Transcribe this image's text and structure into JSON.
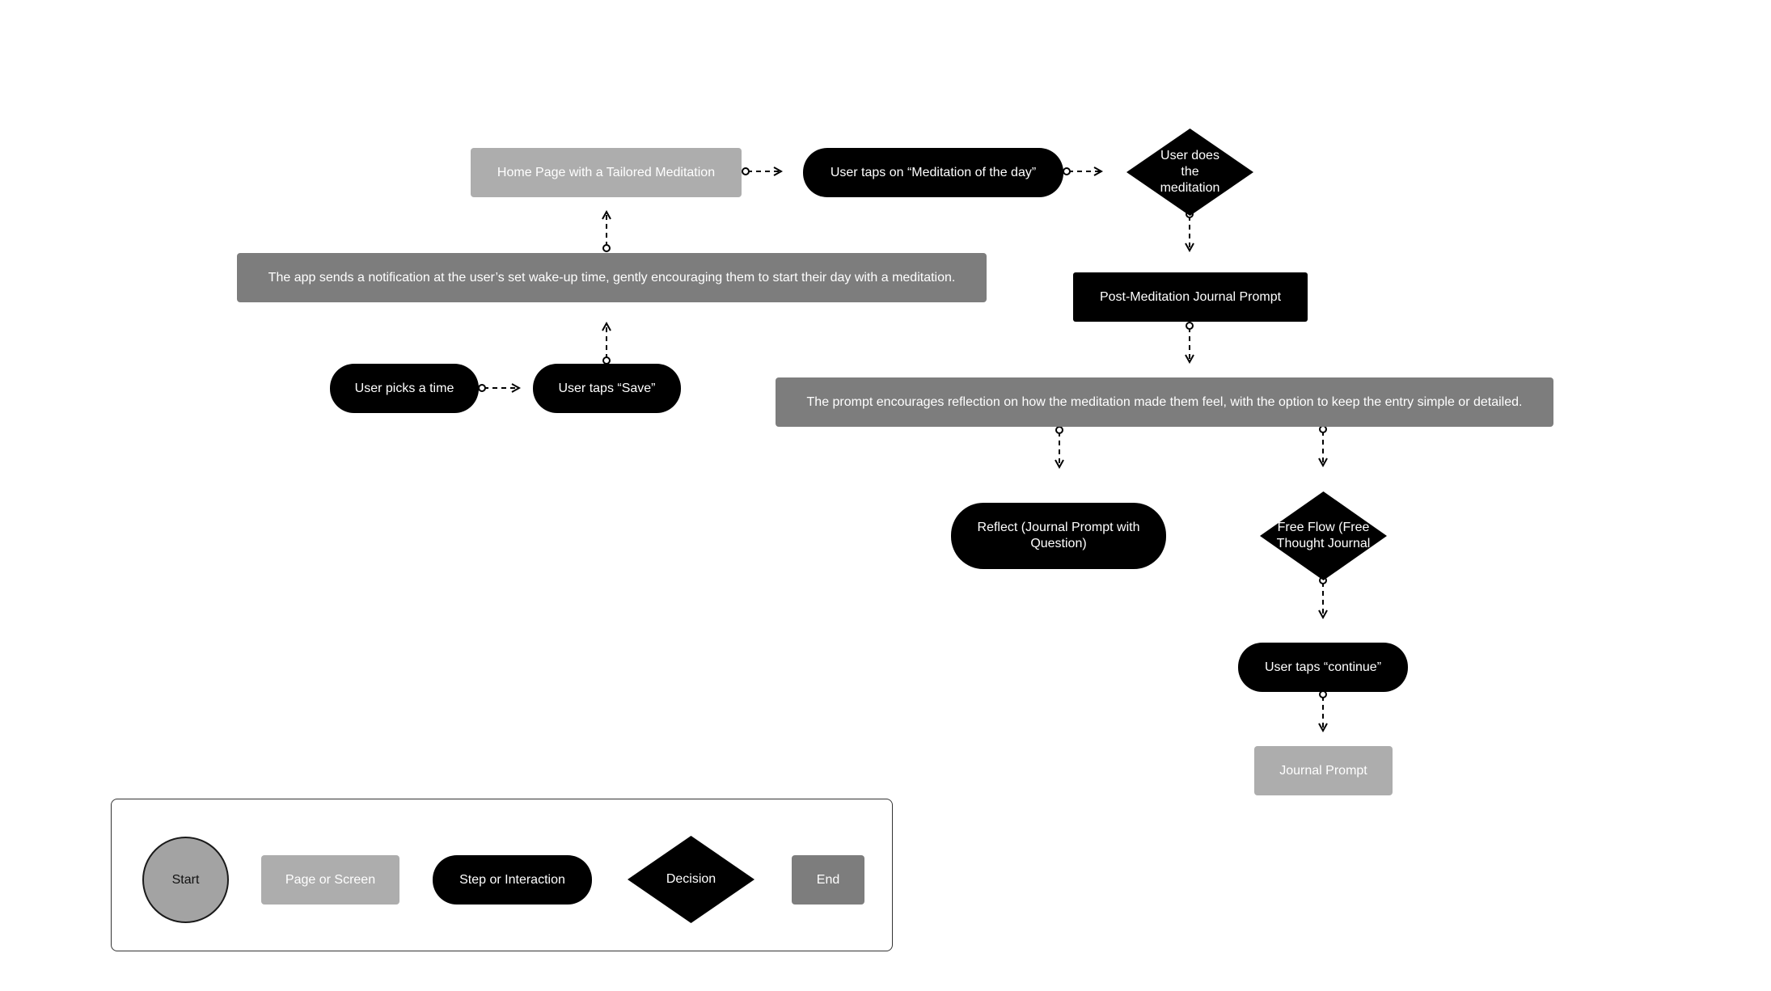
{
  "nodes": {
    "home_page": "Home Page with a Tailored Meditation",
    "taps_meditation": "User taps on “Meditation of the day”",
    "does_meditation": "User does the meditation",
    "notification": "The app sends a notification at the user’s set wake-up time, gently encouraging them to start their day with a meditation.",
    "post_meditation_prompt": "Post-Meditation Journal Prompt",
    "picks_time": "User picks a time",
    "taps_save": "User taps “Save”",
    "prompt_encourages": "The prompt encourages reflection on how the meditation made them feel, with the option to keep the entry simple or detailed.",
    "reflect": "Reflect (Journal Prompt with Question)",
    "free_flow": "Free Flow (Free Thought Journal",
    "taps_continue": "User taps “continue”",
    "journal_prompt": "Journal Prompt"
  },
  "legend": {
    "start": "Start",
    "page": "Page or Screen",
    "step": "Step or Interaction",
    "decision": "Decision",
    "end": "End"
  },
  "colors": {
    "page": "#adadad",
    "note": "#7d7d7d",
    "step": "#000000",
    "start": "#a3a3a3",
    "end": "#7d7d7d"
  }
}
